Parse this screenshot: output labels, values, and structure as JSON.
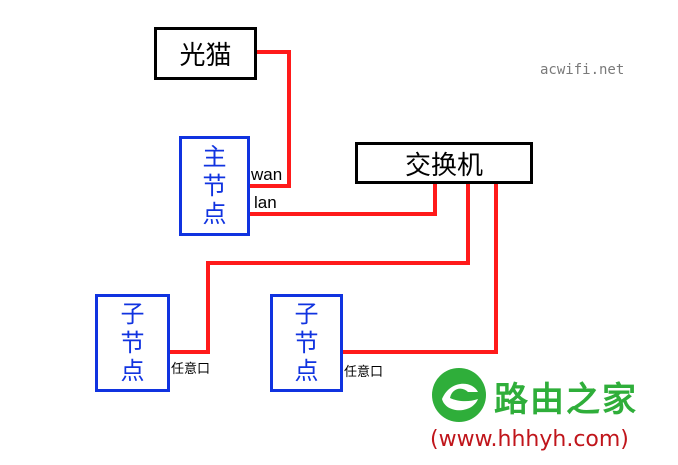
{
  "nodes": {
    "modem": "光猫",
    "main_node": [
      "主",
      "节",
      "点"
    ],
    "switch": "交换机",
    "sub_node_left": [
      "子",
      "节",
      "点"
    ],
    "sub_node_right": [
      "子",
      "节",
      "点"
    ]
  },
  "port_labels": {
    "wan": "wan",
    "lan": "lan",
    "any_port_left": "任意口",
    "any_port_right": "任意口"
  },
  "watermark": "acwifi.net",
  "brand": {
    "name": "路由之家",
    "url": "(www.hhhyh.com)"
  },
  "colors": {
    "wire": "#ff1a1a",
    "node_border_blue": "#1033e0",
    "node_border_black": "#000000",
    "brand_green": "#2fae3a",
    "brand_red": "#c0151b"
  }
}
